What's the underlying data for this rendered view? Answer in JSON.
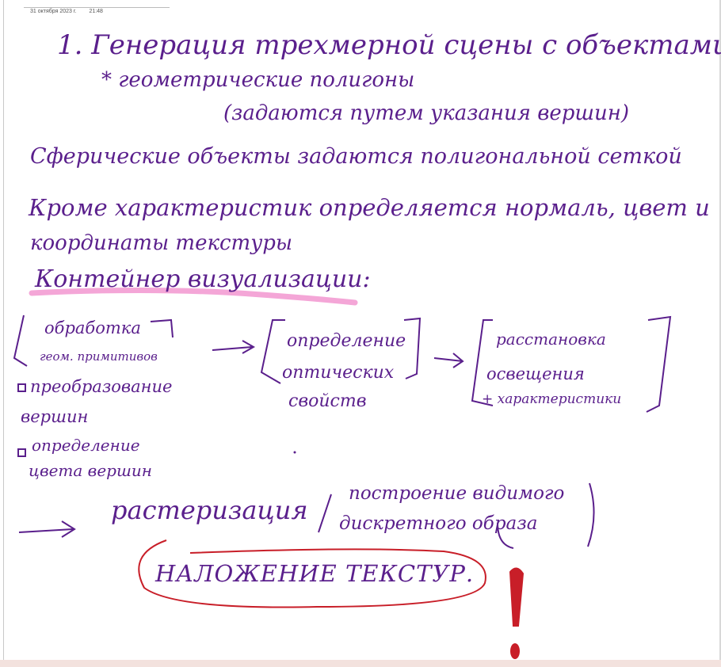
{
  "meta": {
    "date": "31 октября 2023 г.",
    "time": "21:48"
  },
  "notes": {
    "line1": "1. Генерация трехмерной сцены с объектами",
    "line2": "* геометрические полигоны",
    "line3": "(задаются путем указания вершин)",
    "line4": "Сферические объекты задаются полигональной сеткой",
    "line5": "Кроме характеристик определяется нормаль, цвет и",
    "line6": "координаты текстуры",
    "heading": "Контейнер визуализации:",
    "box1": {
      "line1": "обработка",
      "line2": "геом. примитивов"
    },
    "box2": {
      "line1": "определение",
      "line2": "оптических",
      "line3": "свойств"
    },
    "box3": {
      "line1": "расстановка",
      "line2": "освещения",
      "line3": "+ характеристики"
    },
    "sub1": {
      "line1": "преобразование",
      "line2": "вершин"
    },
    "sub2": {
      "line1": "определение",
      "line2": "цвета вершин"
    },
    "raster": "растеризация",
    "raster_note": {
      "line1": "построение видимого",
      "line2": "дискретного образа"
    },
    "texture": "НАЛОЖЕНИЕ ТЕКСТУР."
  },
  "colors": {
    "ink": "#5a1f8c",
    "highlight": "#f4a6d7",
    "accent": "#c81e28"
  }
}
